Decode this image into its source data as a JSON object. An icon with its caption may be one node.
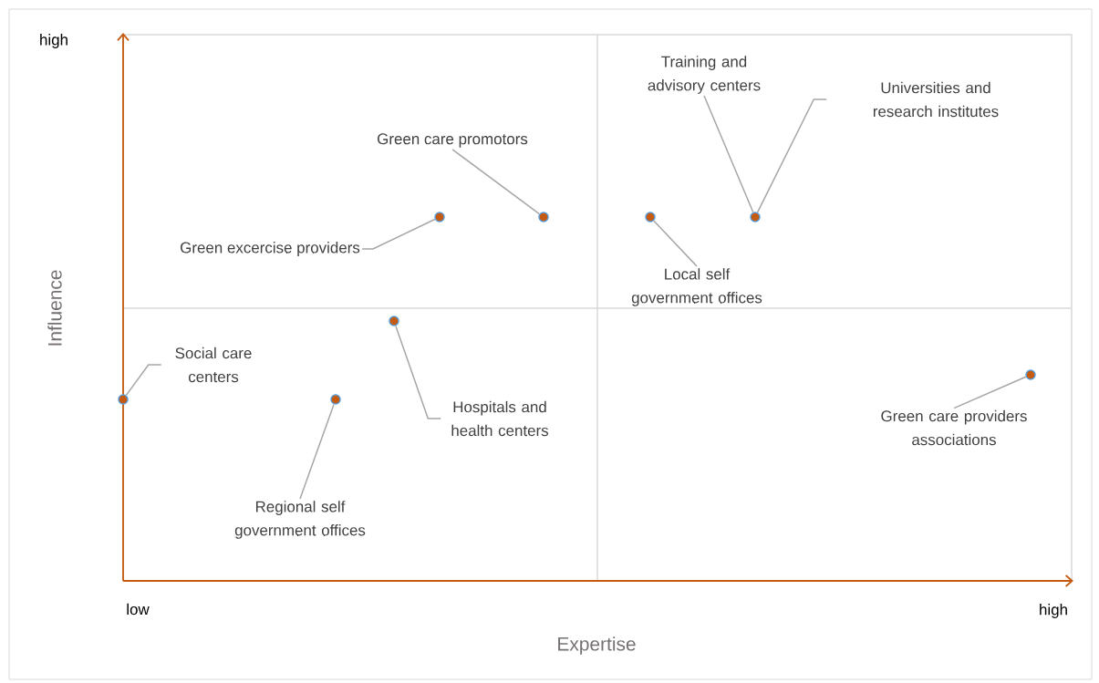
{
  "diagram": {
    "nodes": [
      {
        "text": [
          "Training and advisory centers"
        ]
      },
      {
        "text": [
          "Universities and research institutes"
        ]
      },
      {
        "text": [
          "Green care promotors"
        ]
      },
      {
        "text": [
          "Green excercise providers"
        ]
      },
      {
        "text": [
          "Local self government offices"
        ]
      },
      {
        "text": [
          "Social care centers"
        ]
      },
      {
        "text": [
          "Hospitals and health centers"
        ]
      },
      {
        "text": [
          "Green care providers associations"
        ]
      },
      {
        "text": [
          "Regional self government offices"
        ]
      },
      {
        "text": [],
        "shape": "circle"
      },
      {
        "text": [],
        "shape": "circle"
      },
      {
        "text": [],
        "shape": "circle"
      },
      {
        "text": [],
        "shape": "circle"
      },
      {
        "text": [],
        "shape": "circle"
      },
      {
        "text": [],
        "shape": "circle"
      },
      {
        "text": [],
        "shape": "circle"
      },
      {
        "text": [],
        "shape": "circle"
      }
    ],
    "edges": [
      {
        "from": 0,
        "to": 15,
        "arrow": "none"
      },
      {
        "from": 1,
        "to": 15,
        "arrow": "none"
      },
      {
        "from": 2,
        "to": 13,
        "arrow": "none"
      },
      {
        "from": 3,
        "to": 12,
        "arrow": "none"
      },
      {
        "from": 4,
        "to": 14,
        "arrow": "none"
      },
      {
        "from": 5,
        "to": 9,
        "arrow": "none"
      },
      {
        "from": 6,
        "to": 11,
        "arrow": "none"
      },
      {
        "from": 7,
        "to": 16,
        "arrow": "none"
      },
      {
        "from": 8,
        "to": 10,
        "arrow": "none"
      }
    ],
    "labels": [
      "high",
      "Influence",
      "low",
      "high",
      "Expertise"
    ]
  }
}
